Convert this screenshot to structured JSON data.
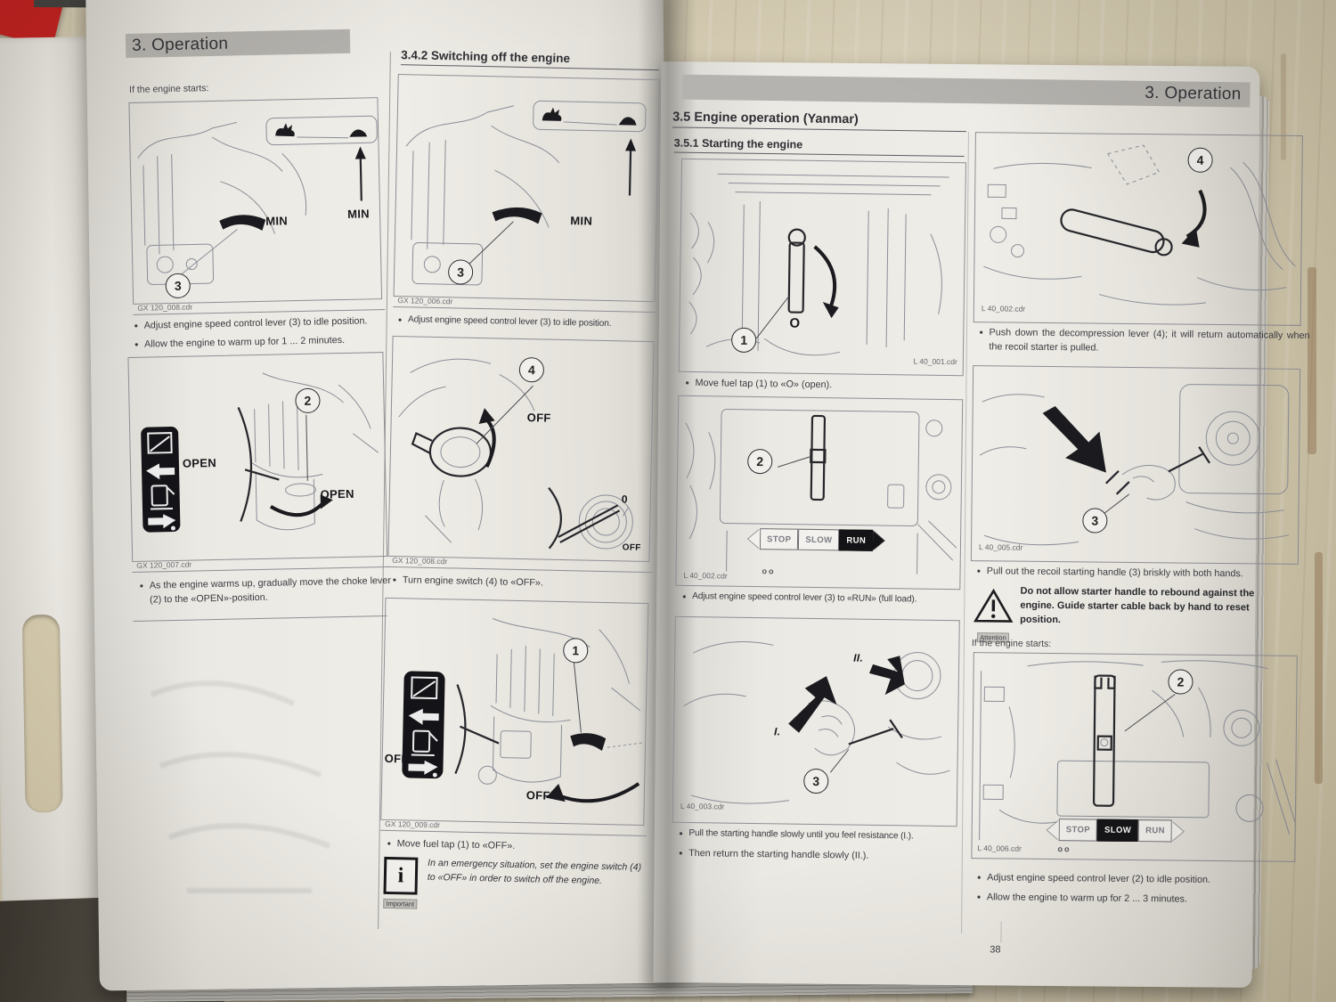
{
  "colors": {
    "red_object": "#c32020",
    "wood": "#cdc3a8",
    "page": "#ebe9e3",
    "ink": "#3c3c42"
  },
  "left_page": {
    "header": "3. Operation",
    "column1": {
      "intro": "If the engine starts:",
      "figure1": {
        "caption": "GX 120_008.cdr",
        "callout": "3",
        "label_min_lever": "MIN",
        "label_min_inset": "MIN"
      },
      "bullets_after_figure1": [
        "Adjust engine speed control lever (3) to idle position.",
        "Allow the engine to warm up for 1 ... 2 minutes."
      ],
      "figure2": {
        "caption": "GX 120_007.cdr",
        "callout": "2",
        "label_open_icons": "OPEN",
        "label_open_lever": "OPEN"
      },
      "bullets_after_figure2": [
        "As the engine warms up, gradually move the choke lever (2) to the «OPEN»-position."
      ]
    },
    "column2": {
      "heading": "3.4.2 Switching off the engine",
      "figure1": {
        "caption": "GX 120_006.cdr",
        "callout": "3",
        "label_min": "MIN"
      },
      "bullets_after_figure1": [
        "Adjust engine speed control lever (3) to idle position."
      ],
      "figure2": {
        "caption": "GX 120_008.cdr",
        "callout": "4",
        "label_off": "OFF",
        "inset_zero": "0",
        "inset_off": "OFF"
      },
      "bullets_after_figure2": [
        "Turn engine switch (4) to «OFF»."
      ],
      "figure3": {
        "caption": "GX 120_009.cdr",
        "callout": "1",
        "label_off_icons": "OFF",
        "label_off_lever": "OFF"
      },
      "bullets_after_figure3": [
        "Move fuel tap (1) to «OFF»."
      ],
      "important_note": {
        "icon_label": "Important",
        "text": "In an emergency situation, set the engine switch (4) to «OFF» in order to switch off the engine."
      }
    }
  },
  "right_page": {
    "header": "3. Operation",
    "section_heading": "3.5 Engine operation (Yanmar)",
    "subsection_heading": "3.5.1 Starting the engine",
    "column1": {
      "figure1": {
        "caption": "L 40_001.cdr",
        "callout": "1",
        "label_o": "O"
      },
      "bullets_after_figure1": [
        "Move fuel tap (1) to «O» (open)."
      ],
      "figure2": {
        "caption": "L 40_002.cdr",
        "callout": "2",
        "plate": {
          "stop": "STOP",
          "slow": "SLOW",
          "run": "RUN",
          "highlight": "run"
        }
      },
      "bullets_after_figure2": [
        "Adjust engine speed control lever (3) to «RUN» (full load)."
      ],
      "figure3": {
        "caption": "L 40_003.cdr",
        "callout": "3",
        "label_i": "I.",
        "label_ii": "II."
      },
      "bullets_after_figure3": [
        "Pull the starting handle slowly until you feel resistance (I.).",
        "Then return the starting handle slowly (II.)."
      ]
    },
    "column2": {
      "figure4": {
        "caption": "L 40_002.cdr",
        "callout": "4"
      },
      "bullets_after_figure4": [
        "Push down the decompression lever (4); it will return automatically when the recoil starter is pulled."
      ],
      "figure5": {
        "caption": "L 40_005.cdr",
        "callout": "3"
      },
      "bullets_after_figure5": [
        "Pull out the recoil starting handle (3) briskly with both hands."
      ],
      "attention_note": {
        "icon_label": "Attention",
        "text": "Do not allow starter handle to rebound against the engine. Guide starter cable back by hand to reset position."
      },
      "if_engine_starts": "If the engine starts:",
      "figure6": {
        "caption": "L 40_006.cdr",
        "callout": "2",
        "plate": {
          "stop": "STOP",
          "slow": "SLOW",
          "run": "RUN",
          "highlight": "slow"
        }
      },
      "bullets_after_figure6": [
        "Adjust engine speed control lever (2) to idle position.",
        "Allow the engine to warm up for 2 ... 3 minutes."
      ]
    },
    "page_number": "38"
  }
}
